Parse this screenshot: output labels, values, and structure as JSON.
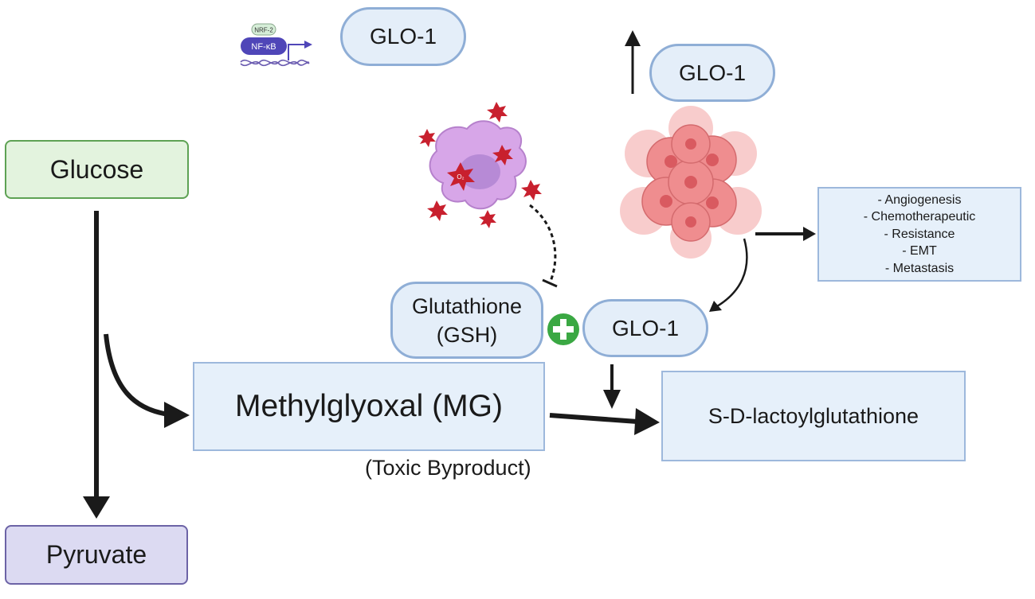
{
  "nodes": {
    "glucose": "Glucose",
    "pyruvate": "Pyruvate",
    "methylglyoxal": "Methylglyoxal (MG)",
    "toxic_note": "(Toxic Byproduct)",
    "glutathione_line1": "Glutathione",
    "glutathione_line2": "(GSH)",
    "glo1_top": "GLO-1",
    "glo1_right": "GLO-1",
    "glo1_mid": "GLO-1",
    "lactoylglutathione": "S-D-lactoylglutathione"
  },
  "effects": [
    "- Angiogenesis",
    "- Chemotherapeutic",
    "- Resistance",
    "- EMT",
    "- Metastasis"
  ],
  "icons": {
    "nrf2_label": "NRF-2",
    "nfkb_label": "NF-κB",
    "ros_label": "O₂",
    "plus": "plus-icon",
    "macrophage": "macrophage-icon",
    "tumor": "tumor-cell-cluster-icon"
  },
  "colors": {
    "glucose_fill": "#e3f3de",
    "pyruvate_fill": "#dcdaf2",
    "box_fill": "#e6f0fa",
    "plus_green": "#3aa843",
    "ros_red": "#c8202e",
    "macrophage_purple": "#d7a6e8",
    "tumor_pink": "#ef8d8f"
  }
}
